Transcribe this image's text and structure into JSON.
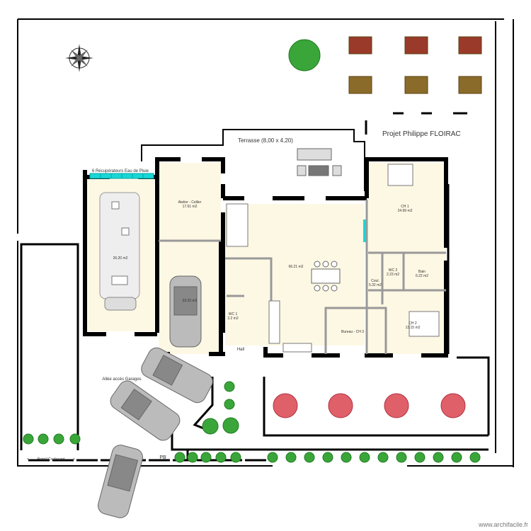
{
  "project_title": "Projet Philippe FLOIRAC",
  "terrace_label": "Terrasse (8,00 x 4,20)",
  "rainwater_label": "6 Récupérateurs Eau de Pluie",
  "rooms": {
    "garage1": {
      "name": "",
      "area": "26.20 m2"
    },
    "atelier": {
      "name": "Atelier - Cellier",
      "area": "17.61 m2"
    },
    "garage2": {
      "name": "",
      "area": "33.33 m2"
    },
    "living": {
      "name": "",
      "area": "66.21 m2"
    },
    "wc1": {
      "name": "WC 1",
      "area": "2.2 m2"
    },
    "hall": {
      "name": "Hall"
    },
    "ch1": {
      "name": "CH 1",
      "area": "24.99 m2"
    },
    "wc2": {
      "name": "WC 2",
      "area": "2.23 m2"
    },
    "couloir": {
      "name": "Coul.",
      "area": "5.32 m2"
    },
    "bain": {
      "name": "Bain",
      "area": "6.22 m2"
    },
    "ch2": {
      "name": "CH 2",
      "area": "13.15 m2"
    },
    "bureau": {
      "name": "Bureau - CH 3",
      "area": ""
    }
  },
  "driveway_label": "Allée accès Garages",
  "gate_label": "<-------Portail Coulissant------->",
  "pb_label": "PB",
  "watermark": "www.archifacile.fr",
  "colors": {
    "room_fill": "#fdf8e4",
    "wall": "#000000",
    "rain_tank": "#19d6d6",
    "tree": "#3aa63a",
    "rose": "#e0606a"
  }
}
